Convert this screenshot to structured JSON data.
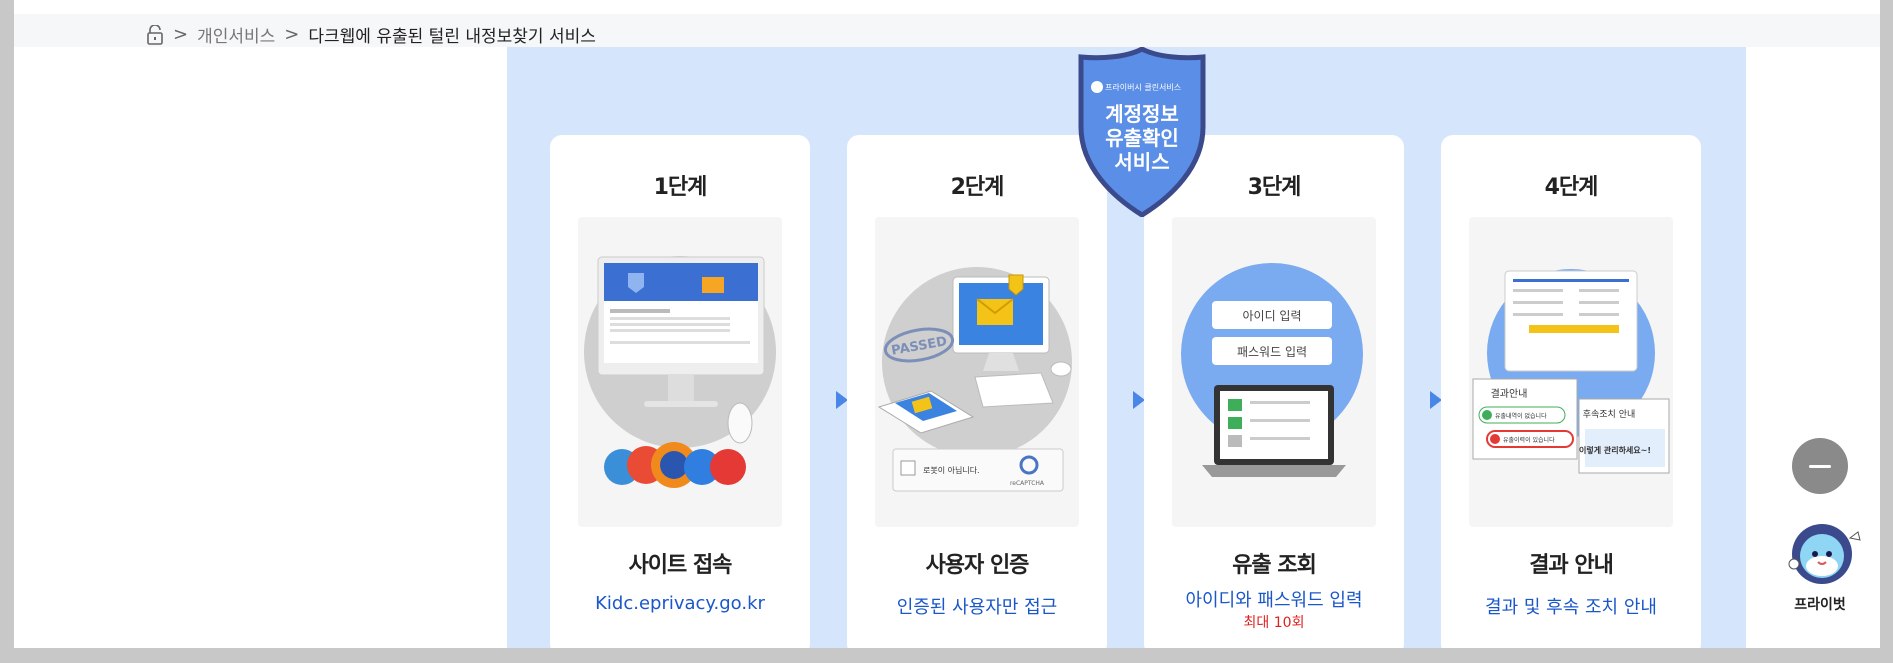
{
  "breadcrumb": {
    "home_icon": "home-icon",
    "items": [
      "개인서비스",
      "다크웹에 유출된 털린 내정보찾기 서비스"
    ]
  },
  "badge": {
    "org": "프라이버시 클린서비스",
    "title_lines": [
      "계정정보",
      "유출확인",
      "서비스"
    ]
  },
  "steps": [
    {
      "step": "1단계",
      "name": "사이트 접속",
      "desc": "Kidc.eprivacy.go.kr",
      "note": ""
    },
    {
      "step": "2단계",
      "name": "사용자 인증",
      "desc": "인증된 사용자만 접근",
      "note": "",
      "illus": {
        "stamp": "PASSED",
        "captcha": "로봇이 아닙니다.",
        "captcha_brand": "reCAPTCHA"
      }
    },
    {
      "step": "3단계",
      "name": "유출 조회",
      "desc": "아이디와 패스워드 입력",
      "note": "최대 10회",
      "illus": {
        "id_field": "아이디 입력",
        "pw_field": "패스워드 입력"
      }
    },
    {
      "step": "4단계",
      "name": "결과 안내",
      "desc": "결과 및 후속 조치 안내",
      "note": "",
      "illus": {
        "result_title": "결과안내",
        "ok": "유출내역이 없습니다",
        "bad": "유출이력이 있습니다",
        "follow_title": "후속조치 안내",
        "follow_text": "이렇게 관리하세요~!"
      }
    }
  ],
  "side": {
    "minimize_icon": "minus-icon",
    "bot_label": "프라이벗"
  },
  "colors": {
    "panel": "#d5e5fb",
    "accent": "#1a57c9",
    "badge": "#5b8ee6",
    "badge_border": "#3a4a8c",
    "note": "#e02020"
  }
}
